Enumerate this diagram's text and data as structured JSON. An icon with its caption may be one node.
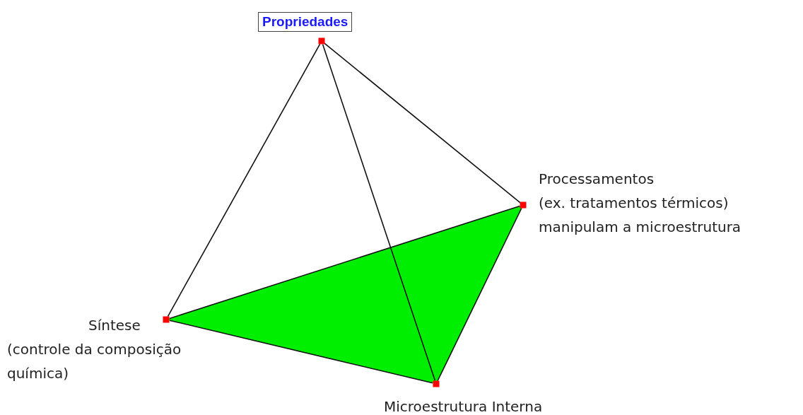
{
  "diagram": {
    "nodes": [
      {
        "text": [],
        "shape": "box",
        "beside": [
          "Propriedades"
        ]
      },
      {
        "text": [],
        "shape": "box",
        "beside": [
          "Processamentos",
          "(ex. tratamentos térmicos)",
          "manipulam a microestrutura"
        ]
      },
      {
        "text": [],
        "shape": "box",
        "beside": [
          "Síntese",
          "(controle da composição",
          "química)"
        ]
      },
      {
        "text": [],
        "shape": "box",
        "beside": [
          "Microestrutura Interna"
        ]
      }
    ],
    "edges": [
      {
        "from": 0,
        "to": 2,
        "arrow": "none"
      },
      {
        "from": 0,
        "to": 3,
        "arrow": "none"
      },
      {
        "from": 0,
        "to": 1,
        "arrow": "none"
      },
      {
        "from": 2,
        "to": 1,
        "arrow": "none"
      },
      {
        "from": 2,
        "to": 3,
        "arrow": "none"
      },
      {
        "from": 1,
        "to": 3,
        "arrow": "none"
      }
    ]
  }
}
